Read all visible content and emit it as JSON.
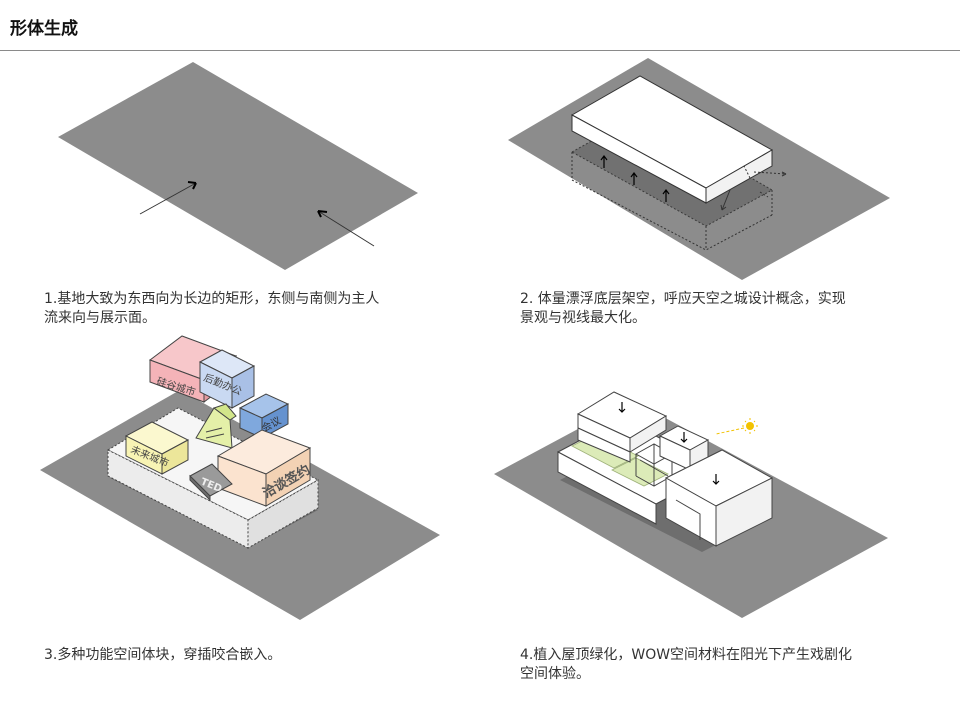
{
  "header": {
    "title": "形体生成"
  },
  "panels": [
    {
      "caption_line1": "1.基地大致为东西向为长边的矩形，东侧与南侧为主人",
      "caption_line2": "流来向与展示面。"
    },
    {
      "caption_line1": "2. 体量漂浮底层架空，呼应天空之城设计概念，实现",
      "caption_line2": "景观与视线最大化。"
    },
    {
      "caption_line1": "3.多种功能空间体块，穿插咬合嵌入。",
      "caption_line2": ""
    },
    {
      "caption_line1": "4.植入屋顶绿化，WOW空间材料在阳光下产生戏剧化",
      "caption_line2": "空间体验。"
    }
  ],
  "block_labels": {
    "silicon_valley": "硅谷城市",
    "backoffice": "后勤办公",
    "meeting": "会议",
    "future_city": "未来城市",
    "negotiation": "洽谈签约",
    "ted": "TED"
  },
  "colors": {
    "ground": "#8c8c8c",
    "pink_block": "#f4b3b8",
    "blue_block": "#c9d9f2",
    "meeting_block": "#7fa8dd",
    "yellow_block": "#f8f4b4",
    "peach_block": "#fbe3cf",
    "green_roof": "#dcebb8",
    "sun": "#f2c200"
  }
}
